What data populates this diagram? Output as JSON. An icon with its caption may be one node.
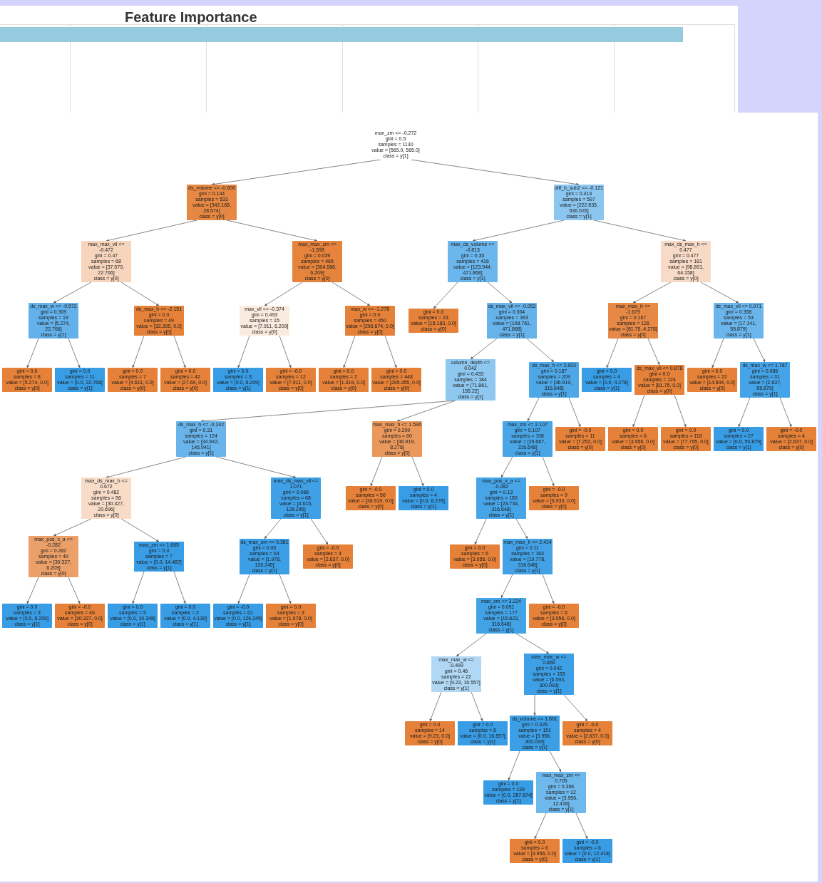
{
  "diagram": {
    "nodes": [
      {
        "text": [
          "max_zm <= -0.272",
          "gini = 0.5",
          "samples = 1130",
          "value = [565.0, 565.0]",
          "class = y[1]"
        ]
      },
      {
        "text": [
          "ds_volume <= -0.606",
          "gini = 0.144",
          "samples = 533",
          "value = [342.165, 28.574]",
          "class = y[0]"
        ]
      },
      {
        "text": [
          "diff_h_sub2 <= -0.121",
          "gini = 0.413",
          "samples = 597",
          "value = [222.835, 536.026]",
          "class = y[1]"
        ]
      },
      {
        "text": [
          "max_max_vil <= -0.472",
          "gini = 0.47",
          "samples = 68",
          "value = [37.579, 22.766]",
          "class = y[0]"
        ]
      },
      {
        "text": [
          "max_max_zm <= -1.598",
          "gini = 0.039",
          "samples = 465",
          "value = [304.586, 6.209]",
          "class = y[0]"
        ]
      },
      {
        "text": [
          "max_ds_volume <= -0.813",
          "gini = 0.35",
          "samples = 416",
          "value = [123.944, 471.868]",
          "class = y[1]"
        ]
      },
      {
        "text": [
          "max_ds_max_h <= 0.477",
          "gini = 0.477",
          "samples = 181",
          "value = [98.891, 64.158]",
          "class = y[0]"
        ]
      },
      {
        "text": [
          "ds_max_w <= -0.572",
          "gini = 0.309",
          "samples = 19",
          "value = [5.274, 22.766]",
          "class = y[1]"
        ]
      },
      {
        "text": [
          "ds_max_h <= -2.151",
          "gini = 0.0",
          "samples = 49",
          "value = [32.305, 0.0]",
          "class = y[0]"
        ]
      },
      {
        "text": [
          "max_vil <= -0.374",
          "gini = 0.493",
          "samples = 15",
          "value = [7.911, 6.209]",
          "class = y[0]"
        ]
      },
      {
        "text": [
          "max_w <= -1.278",
          "gini = 0.0",
          "samples = 450",
          "value = [296.674, 0.0]",
          "class = y[0]"
        ]
      },
      {
        "text": [
          "gini = 0.0",
          "samples = 23",
          "value = [15.183, 0.0]",
          "class = y[0]"
        ]
      },
      {
        "text": [
          "ds_max_vil <= -0.053",
          "gini = 0.304",
          "samples = 393",
          "value = [108.761, 471.868]",
          "class = y[1]"
        ]
      },
      {
        "text": [
          "max_max_h <= -1.679",
          "gini = 0.167",
          "samples = 128",
          "value = [81.75, 4.278]",
          "class = y[0]"
        ]
      },
      {
        "text": [
          "ds_max_vil <= 0.071",
          "gini = 0.358",
          "samples = 53",
          "value = [17.141, 55.879]",
          "class = y[1]"
        ]
      },
      {
        "text": [
          "gini = 0.0",
          "samples = 8",
          "value = [5.274, 0.0]",
          "class = y[0]"
        ]
      },
      {
        "text": [
          "gini = 0.0",
          "samples = 11",
          "value = [0.0, 22.766]",
          "class = y[1]"
        ]
      },
      {
        "text": [
          "gini = 0.0",
          "samples = 7",
          "value = [4.611, 0.0]",
          "class = y[0]"
        ]
      },
      {
        "text": [
          "gini = 0.0",
          "samples = 42",
          "value = [27.69, 0.0]",
          "class = y[0]"
        ]
      },
      {
        "text": [
          "gini = 0.0",
          "samples = 3",
          "value = [0.0, 6.209]",
          "class = y[1]"
        ]
      },
      {
        "text": [
          "gini = -0.0",
          "samples = 12",
          "value = [7.911, 0.0]",
          "class = y[0]"
        ]
      },
      {
        "text": [
          "gini = 0.0",
          "samples = 2",
          "value = [1.319, 0.0]",
          "class = y[0]"
        ]
      },
      {
        "text": [
          "gini = 0.0",
          "samples = 448",
          "value = [295.355, 0.0]",
          "class = y[0]"
        ]
      },
      {
        "text": [
          "column_depth <= 0.042",
          "gini = 0.433",
          "samples = 184",
          "value = [71.861, 155.22]",
          "class = y[1]"
        ]
      },
      {
        "text": [
          "ds_max_h <= 2.603",
          "gini = 0.187",
          "samples = 209",
          "value = [36.919, 316.648]",
          "class = y[1]"
        ]
      },
      {
        "text": [
          "gini = 0.0",
          "samples = 4",
          "value = [0.0, 4.278]",
          "class = y[1]"
        ]
      },
      {
        "text": [
          "ds_max_vil <= 0.878",
          "gini = 0.0",
          "samples = 124",
          "value = [81.75, 0.0]",
          "class = y[0]"
        ]
      },
      {
        "text": [
          "gini = 0.0",
          "samples = 22",
          "value = [14.504, 0.0]",
          "class = y[0]"
        ]
      },
      {
        "text": [
          "ds_max_w <= 1.767",
          "gini = 0.086",
          "samples = 31",
          "value = [2.637, 55.879]",
          "class = y[1]"
        ]
      },
      {
        "text": [
          "ds_max_h <= -0.242",
          "gini = 0.31",
          "samples = 124",
          "value = [34.942, 146.941]",
          "class = y[1]"
        ]
      },
      {
        "text": [
          "max_max_h <= 1.596",
          "gini = 0.209",
          "samples = 60",
          "value = [36.919, 8.278]",
          "class = y[0]"
        ]
      },
      {
        "text": [
          "max_zm <= 2.107",
          "gini = 0.107",
          "samples = 198",
          "value = [29.667, 316.648]",
          "class = y[1]"
        ]
      },
      {
        "text": [
          "gini = -0.0",
          "samples = 11",
          "value = [7.252, 0.0]",
          "class = y[0]"
        ]
      },
      {
        "text": [
          "gini = 0.0",
          "samples = 6",
          "value = [3.956, 0.0]",
          "class = y[0]"
        ]
      },
      {
        "text": [
          "gini = 0.0",
          "samples = 118",
          "value = [77.795, 0.0]",
          "class = y[0]"
        ]
      },
      {
        "text": [
          "gini = 0.0",
          "samples = 27",
          "value = [0.0, 55.879]",
          "class = y[1]"
        ]
      },
      {
        "text": [
          "gini = -0.0",
          "samples = 4",
          "value = [2.637, 0.0]",
          "class = y[0]"
        ]
      },
      {
        "text": [
          "max_ds_max_h <= 0.672",
          "gini = 0.482",
          "samples = 56",
          "value = [30.327, 20.696]",
          "class = y[0]"
        ]
      },
      {
        "text": [
          "max_ds_max_vil <= 1.071",
          "gini = 0.066",
          "samples = 68",
          "value = [4.615, 126.245]",
          "class = y[1]"
        ]
      },
      {
        "text": [
          "gini = -0.0",
          "samples = 56",
          "value = [36.919, 0.0]",
          "class = y[0]"
        ]
      },
      {
        "text": [
          "gini = 0.0",
          "samples = 4",
          "value = [0.0, 8.278]",
          "class = y[1]"
        ]
      },
      {
        "text": [
          "max_pos_x_a <= -0.282",
          "gini = 0.13",
          "samples = 189",
          "value = [23.734, 316.648]",
          "class = y[1]"
        ]
      },
      {
        "text": [
          "gini = -0.0",
          "samples = 9",
          "value = [5.933, 0.0]",
          "class = y[0]"
        ]
      },
      {
        "text": [
          "max_pos_x_a <= -0.282",
          "gini = 0.282",
          "samples = 49",
          "value = [30.327, 6.209]",
          "class = y[0]"
        ]
      },
      {
        "text": [
          "max_zm <= 1.665",
          "gini = 0.0",
          "samples = 7",
          "value = [0.0, 14.487]",
          "class = y[1]"
        ]
      },
      {
        "text": [
          "ds_max_zm <= 0.381",
          "gini = 0.03",
          "samples = 64",
          "value = [1.978, 126.245]",
          "class = y[1]"
        ]
      },
      {
        "text": [
          "gini = -0.0",
          "samples = 4",
          "value = [2.637, 0.0]",
          "class = y[0]"
        ]
      },
      {
        "text": [
          "gini = 0.0",
          "samples = 6",
          "value = [3.956, 0.0]",
          "class = y[0]"
        ]
      },
      {
        "text": [
          "max_max_h <= 2.414",
          "gini = 0.11",
          "samples = 183",
          "value = [19.778, 316.648]",
          "class = y[1]"
        ]
      },
      {
        "text": [
          "gini = 0.0",
          "samples = 3",
          "value = [0.0, 6.209]",
          "class = y[1]"
        ]
      },
      {
        "text": [
          "gini = -0.0",
          "samples = 46",
          "value = [30.327, 0.0]",
          "class = y[0]"
        ]
      },
      {
        "text": [
          "gini = 0.0",
          "samples = 5",
          "value = [0.0, 10.348]",
          "class = y[1]"
        ]
      },
      {
        "text": [
          "gini = 0.0",
          "samples = 2",
          "value = [0.0, 4.139]",
          "class = y[1]"
        ]
      },
      {
        "text": [
          "gini = -0.0",
          "samples = 61",
          "value = [0.0, 126.245]",
          "class = y[1]"
        ]
      },
      {
        "text": [
          "gini = 0.0",
          "samples = 3",
          "value = [1.978, 0.0]",
          "class = y[0]"
        ]
      },
      {
        "text": [
          "max_zm <= 3.224",
          "gini = 0.091",
          "samples = 177",
          "value = [15.823, 316.648]",
          "class = y[1]"
        ]
      },
      {
        "text": [
          "gini = -0.0",
          "samples = 6",
          "value = [3.956, 0.0]",
          "class = y[0]"
        ]
      },
      {
        "text": [
          "max_max_w <= -0.499",
          "gini = 0.46",
          "samples = 22",
          "value = [9.23, 16.557]",
          "class = y[1]"
        ]
      },
      {
        "text": [
          "max_max_w <= 0.866",
          "gini = 0.042",
          "samples = 155",
          "value = [6.593, 300.093]",
          "class = y[1]"
        ]
      },
      {
        "text": [
          "gini = 0.0",
          "samples = 14",
          "value = [9.23, 0.0]",
          "class = y[0]"
        ]
      },
      {
        "text": [
          "gini = 0.0",
          "samples = 8",
          "value = [0.0, 16.557]",
          "class = y[1]"
        ]
      },
      {
        "text": [
          "ds_volume <= 1.801",
          "gini = 0.026",
          "samples = 151",
          "value = [3.956, 300.093]",
          "class = y[1]"
        ]
      },
      {
        "text": [
          "gini = -0.0",
          "samples = 4",
          "value = [2.637, 0.0]",
          "class = y[0]"
        ]
      },
      {
        "text": [
          "gini = 0.0",
          "samples = 139",
          "value = [0.0, 287.674]",
          "class = y[1]"
        ]
      },
      {
        "text": [
          "max_max_zm <= 0.705",
          "gini = 0.366",
          "samples = 12",
          "value = [3.956, 12.418]",
          "class = y[1]"
        ]
      },
      {
        "text": [
          "gini = 0.0",
          "samples = 6",
          "value = [3.956, 0.0]",
          "class = y[0]"
        ]
      },
      {
        "text": [
          "gini = -0.0",
          "samples = 6",
          "value = [0.0, 12.418]",
          "class = y[1]"
        ]
      }
    ],
    "edges": [
      {
        "from": 0,
        "to": 1,
        "arrow": "to"
      },
      {
        "from": 0,
        "to": 2,
        "arrow": "to"
      },
      {
        "from": 1,
        "to": 3,
        "arrow": "to"
      },
      {
        "from": 1,
        "to": 4,
        "arrow": "to"
      },
      {
        "from": 2,
        "to": 5,
        "arrow": "to"
      },
      {
        "from": 2,
        "to": 6,
        "arrow": "to"
      },
      {
        "from": 3,
        "to": 7,
        "arrow": "to"
      },
      {
        "from": 3,
        "to": 8,
        "arrow": "to"
      },
      {
        "from": 4,
        "to": 9,
        "arrow": "to"
      },
      {
        "from": 4,
        "to": 10,
        "arrow": "to"
      },
      {
        "from": 5,
        "to": 11,
        "arrow": "to"
      },
      {
        "from": 5,
        "to": 12,
        "arrow": "to"
      },
      {
        "from": 6,
        "to": 13,
        "arrow": "to"
      },
      {
        "from": 6,
        "to": 14,
        "arrow": "to"
      },
      {
        "from": 7,
        "to": 15,
        "arrow": "to"
      },
      {
        "from": 7,
        "to": 16,
        "arrow": "to"
      },
      {
        "from": 8,
        "to": 17,
        "arrow": "to"
      },
      {
        "from": 8,
        "to": 18,
        "arrow": "to"
      },
      {
        "from": 9,
        "to": 19,
        "arrow": "to"
      },
      {
        "from": 9,
        "to": 20,
        "arrow": "to"
      },
      {
        "from": 10,
        "to": 21,
        "arrow": "to"
      },
      {
        "from": 10,
        "to": 22,
        "arrow": "to"
      },
      {
        "from": 12,
        "to": 23,
        "arrow": "to"
      },
      {
        "from": 12,
        "to": 24,
        "arrow": "to"
      },
      {
        "from": 13,
        "to": 25,
        "arrow": "to"
      },
      {
        "from": 13,
        "to": 26,
        "arrow": "to"
      },
      {
        "from": 14,
        "to": 27,
        "arrow": "to"
      },
      {
        "from": 14,
        "to": 28,
        "arrow": "to"
      },
      {
        "from": 23,
        "to": 29,
        "arrow": "to"
      },
      {
        "from": 23,
        "to": 30,
        "arrow": "to"
      },
      {
        "from": 24,
        "to": 31,
        "arrow": "to"
      },
      {
        "from": 24,
        "to": 32,
        "arrow": "to"
      },
      {
        "from": 26,
        "to": 33,
        "arrow": "to"
      },
      {
        "from": 26,
        "to": 34,
        "arrow": "to"
      },
      {
        "from": 28,
        "to": 35,
        "arrow": "to"
      },
      {
        "from": 28,
        "to": 36,
        "arrow": "to"
      },
      {
        "from": 29,
        "to": 37,
        "arrow": "to"
      },
      {
        "from": 29,
        "to": 38,
        "arrow": "to"
      },
      {
        "from": 30,
        "to": 39,
        "arrow": "to"
      },
      {
        "from": 30,
        "to": 40,
        "arrow": "to"
      },
      {
        "from": 31,
        "to": 41,
        "arrow": "to"
      },
      {
        "from": 31,
        "to": 42,
        "arrow": "to"
      },
      {
        "from": 37,
        "to": 43,
        "arrow": "to"
      },
      {
        "from": 37,
        "to": 44,
        "arrow": "to"
      },
      {
        "from": 38,
        "to": 45,
        "arrow": "to"
      },
      {
        "from": 38,
        "to": 46,
        "arrow": "to"
      },
      {
        "from": 41,
        "to": 47,
        "arrow": "to"
      },
      {
        "from": 41,
        "to": 48,
        "arrow": "to"
      },
      {
        "from": 43,
        "to": 49,
        "arrow": "to"
      },
      {
        "from": 43,
        "to": 50,
        "arrow": "to"
      },
      {
        "from": 44,
        "to": 51,
        "arrow": "to"
      },
      {
        "from": 44,
        "to": 52,
        "arrow": "to"
      },
      {
        "from": 45,
        "to": 53,
        "arrow": "to"
      },
      {
        "from": 45,
        "to": 54,
        "arrow": "to"
      },
      {
        "from": 48,
        "to": 55,
        "arrow": "to"
      },
      {
        "from": 48,
        "to": 56,
        "arrow": "to"
      },
      {
        "from": 55,
        "to": 57,
        "arrow": "to"
      },
      {
        "from": 55,
        "to": 58,
        "arrow": "to"
      },
      {
        "from": 57,
        "to": 59,
        "arrow": "to"
      },
      {
        "from": 57,
        "to": 60,
        "arrow": "to"
      },
      {
        "from": 58,
        "to": 61,
        "arrow": "to"
      },
      {
        "from": 58,
        "to": 62,
        "arrow": "to"
      },
      {
        "from": 61,
        "to": 63,
        "arrow": "to"
      },
      {
        "from": 61,
        "to": 64,
        "arrow": "to"
      },
      {
        "from": 64,
        "to": 65,
        "arrow": "to"
      },
      {
        "from": 64,
        "to": 66,
        "arrow": "to"
      }
    ],
    "labels": [
      "Feature Importance"
    ]
  }
}
